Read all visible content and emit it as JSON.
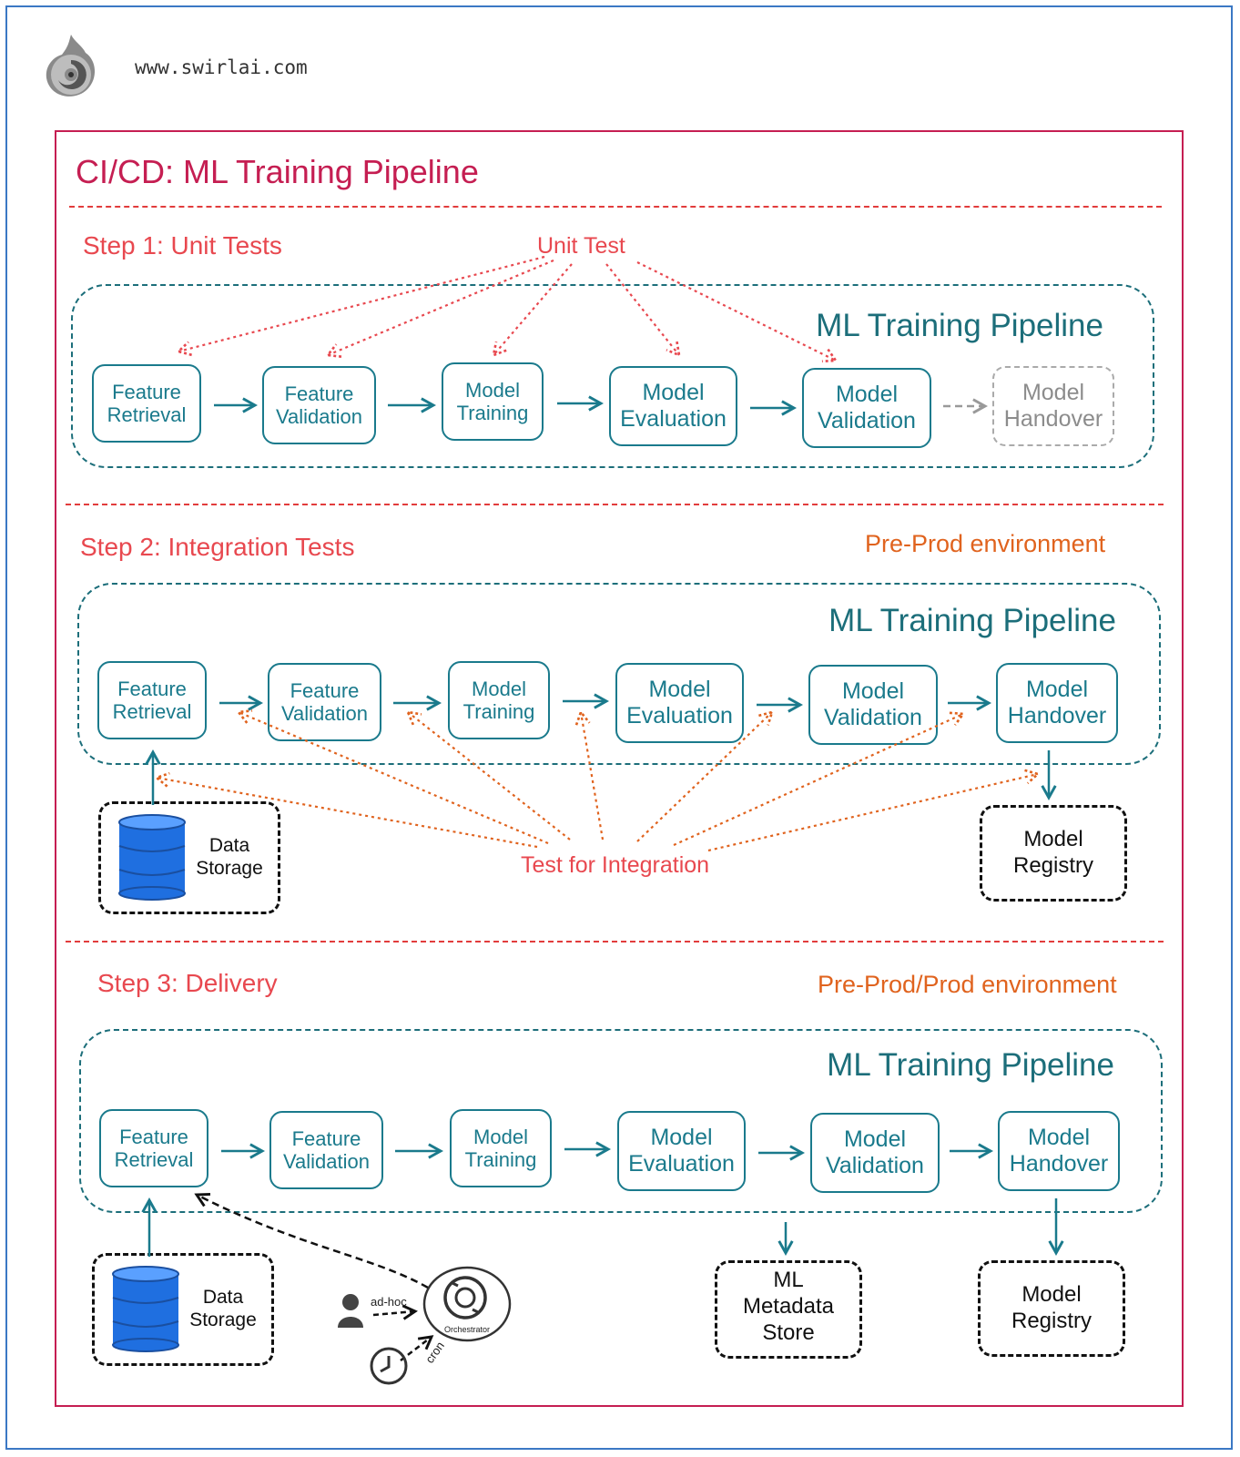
{
  "site": {
    "url": "www.swirlai.com"
  },
  "title": "CI/CD: ML Training Pipeline",
  "steps": [
    {
      "label": "Step 1: Unit Tests",
      "env": "",
      "test_label": "Unit Test",
      "pipeline_title": "ML Training Pipeline",
      "nodes": [
        {
          "line1": "Feature",
          "line2": "Retrieval"
        },
        {
          "line1": "Feature",
          "line2": "Validation"
        },
        {
          "line1": "Model",
          "line2": "Training"
        },
        {
          "line1": "Model",
          "line2": "Evaluation"
        },
        {
          "line1": "Model",
          "line2": "Validation"
        },
        {
          "line1": "Model",
          "line2": "Handover"
        }
      ]
    },
    {
      "label": "Step 2: Integration Tests",
      "env": "Pre-Prod environment",
      "test_label": "Test for Integration",
      "pipeline_title": "ML Training Pipeline",
      "nodes": [
        {
          "line1": "Feature",
          "line2": "Retrieval"
        },
        {
          "line1": "Feature",
          "line2": "Validation"
        },
        {
          "line1": "Model",
          "line2": "Training"
        },
        {
          "line1": "Model",
          "line2": "Evaluation"
        },
        {
          "line1": "Model",
          "line2": "Validation"
        },
        {
          "line1": "Model",
          "line2": "Handover"
        }
      ],
      "data_storage": {
        "line1": "Data",
        "line2": "Storage"
      },
      "model_registry": {
        "line1": "Model",
        "line2": "Registry"
      }
    },
    {
      "label": "Step 3: Delivery",
      "env": "Pre-Prod/Prod environment",
      "pipeline_title": "ML Training Pipeline",
      "nodes": [
        {
          "line1": "Feature",
          "line2": "Retrieval"
        },
        {
          "line1": "Feature",
          "line2": "Validation"
        },
        {
          "line1": "Model",
          "line2": "Training"
        },
        {
          "line1": "Model",
          "line2": "Evaluation"
        },
        {
          "line1": "Model",
          "line2": "Validation"
        },
        {
          "line1": "Model",
          "line2": "Handover"
        }
      ],
      "data_storage": {
        "line1": "Data",
        "line2": "Storage"
      },
      "metadata_store": {
        "line1": "ML",
        "line2": "Metadata",
        "line3": "Store"
      },
      "model_registry": {
        "line1": "Model",
        "line2": "Registry"
      },
      "trigger_adhoc": "ad-hoc",
      "trigger_cron": "cron",
      "orchestrator": "Orchestrator"
    }
  ],
  "colors": {
    "frame": "#3b78c4",
    "main": "#c51e52",
    "pipeline": "#1c6e7a",
    "node": "#1a7a8c",
    "step": "#e8484f",
    "env": "#e0631e",
    "test_arrow_unit": "#e8484f",
    "test_arrow_integration": "#e0631e",
    "storage": "#1f6fe0"
  }
}
